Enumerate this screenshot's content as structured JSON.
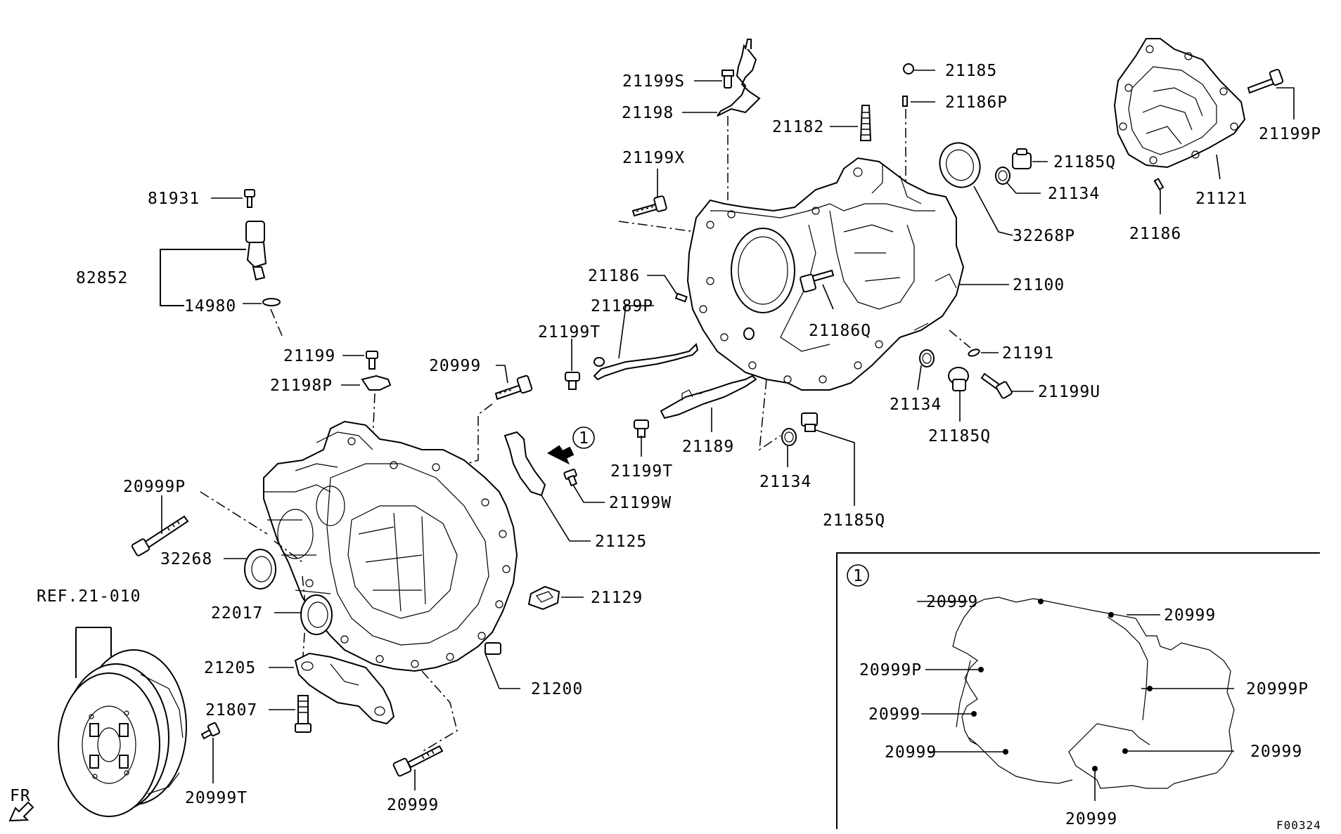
{
  "parts": {
    "p21199S": "21199S",
    "p21198": "21198",
    "p21199X": "21199X",
    "p21185": "21185",
    "p21186P": "21186P",
    "p21182": "21182",
    "p21185Q_top": "21185Q",
    "p21134_top": "21134",
    "p32268P": "32268P",
    "p21199P": "21199P",
    "p21121": "21121",
    "p21186_right": "21186",
    "p81931": "81931",
    "p82852": "82852",
    "p14980": "14980",
    "p21186_mid": "21186",
    "p21189P": "21189P",
    "p21100": "21100",
    "p21186Q": "21186Q",
    "p21199T_top": "21199T",
    "p21191": "21191",
    "p21199": "21199",
    "p20999_bolt": "20999",
    "p21198P": "21198P",
    "p21134_mid": "21134",
    "p21199U": "21199U",
    "p21185Q_mid": "21185Q",
    "p21189": "21189",
    "p21199T_low": "21199T",
    "p21134_low": "21134",
    "p21185Q_low": "21185Q",
    "p21199W": "21199W",
    "p20999P_left": "20999P",
    "p21125": "21125",
    "p32268": "32268",
    "p21129": "21129",
    "p22017": "22017",
    "pREF": "REF.21-010",
    "p21205": "21205",
    "p21200": "21200",
    "p21807": "21807",
    "p20999T": "20999T",
    "p20999_bottom": "20999",
    "callout_main": "1"
  },
  "inset": {
    "callout": "1",
    "labels": [
      "20999",
      "20999",
      "20999P",
      "20999P",
      "20999",
      "20999",
      "20999",
      "20999"
    ]
  },
  "fr_label": "FR",
  "figure_id": "F00324"
}
